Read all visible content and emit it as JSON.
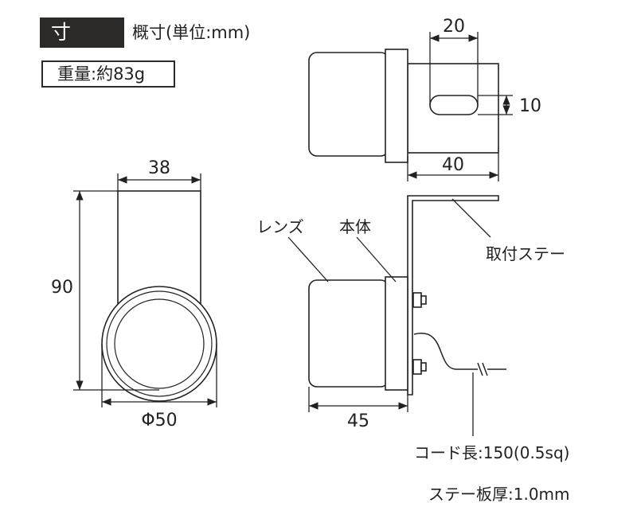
{
  "header": {
    "title": "寸 法",
    "subtitle": "概寸(単位:mm)",
    "weight": "重量:約83g"
  },
  "dimensions": {
    "front_width": "38",
    "front_height": "90",
    "front_diameter": "Φ50",
    "slot_length": "20",
    "slot_width": "10",
    "bracket_length": "40",
    "body_depth": "45"
  },
  "labels": {
    "lens": "レンズ",
    "body": "本体",
    "bracket": "取付ステー",
    "cord_length": "コード長:150(0.5sq)",
    "plate_thickness": "ステー板厚:1.0mm"
  },
  "colors": {
    "ink": "#222222",
    "header_bg": "#2b2a29",
    "fill": "#ffffff"
  }
}
